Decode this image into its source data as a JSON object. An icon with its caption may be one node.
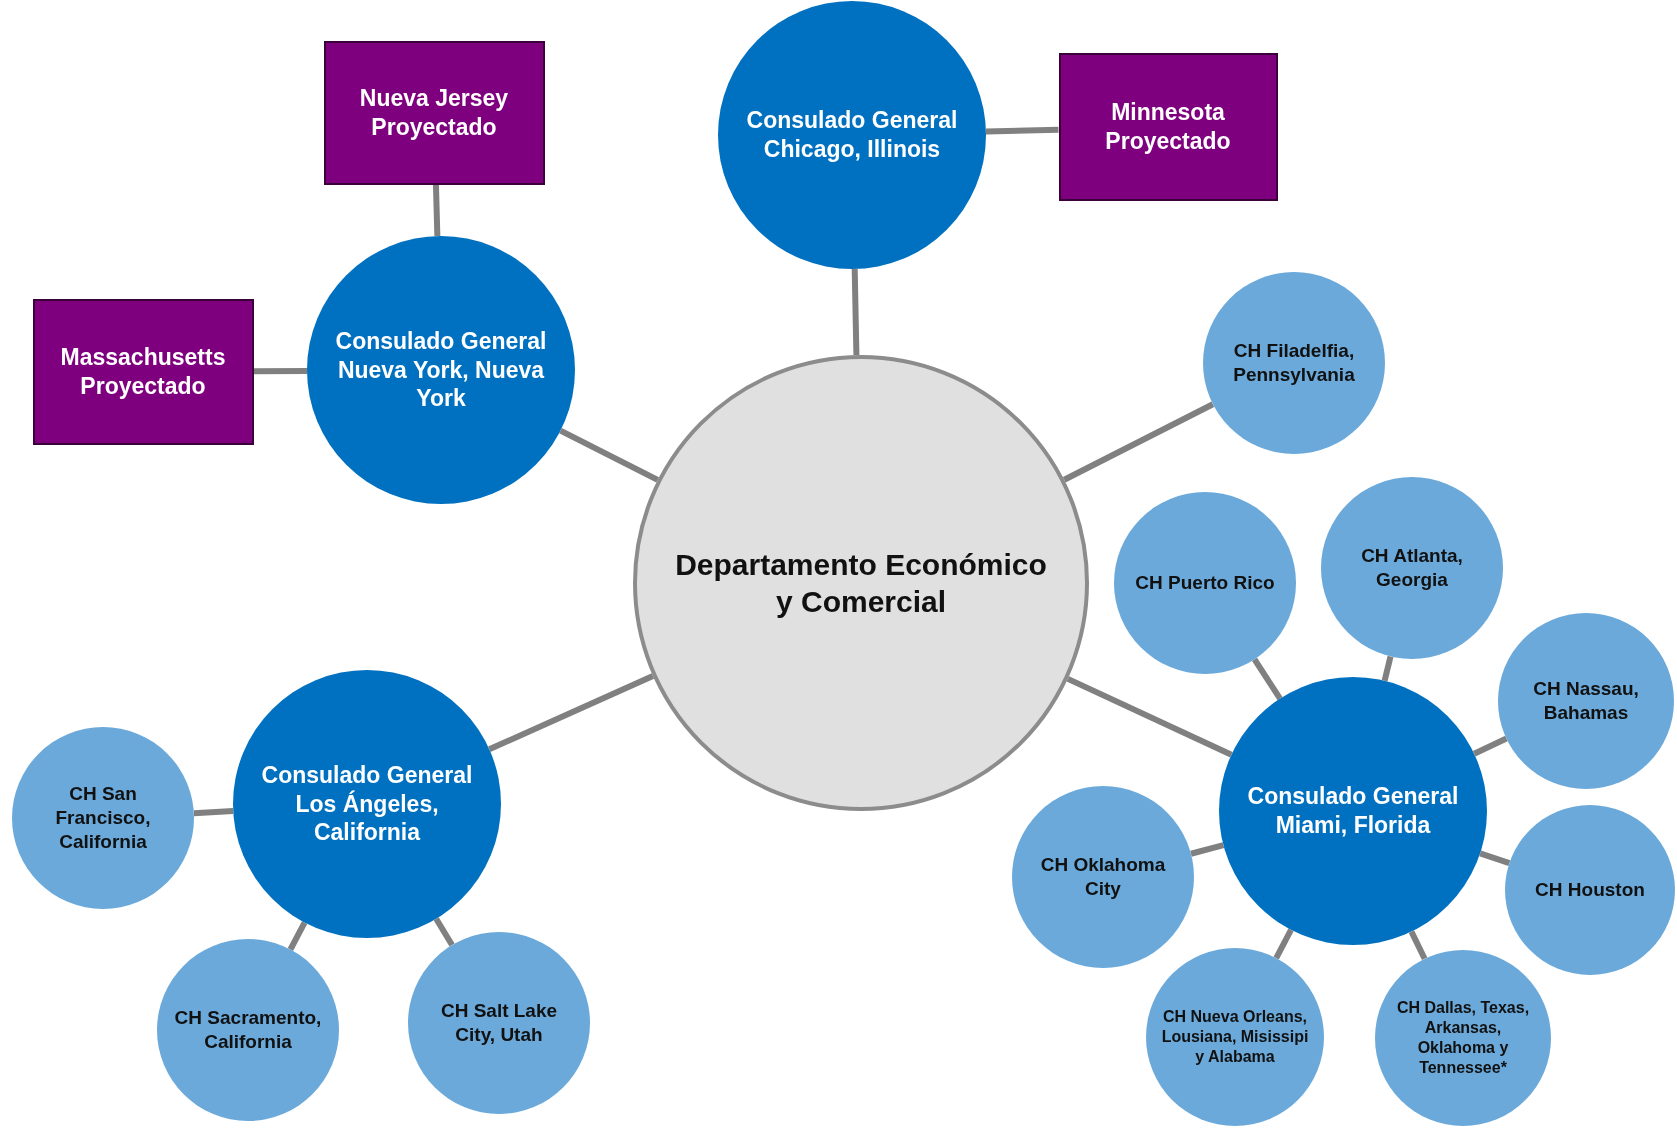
{
  "diagram": {
    "nodes": [
      {
        "text": [
          "Departamento Económico y Comercial"
        ]
      },
      {
        "text": [
          "Consulado General Chicago, Illinois"
        ]
      },
      {
        "text": [
          "Minnesota Proyectado"
        ]
      },
      {
        "text": [
          "Consulado General Nueva York, Nueva York"
        ]
      },
      {
        "text": [
          "Nueva Jersey Proyectado"
        ]
      },
      {
        "text": [
          "Massachusetts Proyectado"
        ]
      },
      {
        "text": [
          "CH Filadelfia, Pennsylvania"
        ]
      },
      {
        "text": [
          "Consulado General Miami, Florida"
        ]
      },
      {
        "text": [
          "CH Puerto Rico"
        ]
      },
      {
        "text": [
          "CH Atlanta, Georgia"
        ]
      },
      {
        "text": [
          "CH Nassau, Bahamas"
        ]
      },
      {
        "text": [
          "CH Houston"
        ]
      },
      {
        "text": [
          "CH Oklahoma City"
        ]
      },
      {
        "text": [
          "CH Nueva Orleans, Lousiana, Misissipi y Alabama"
        ]
      },
      {
        "text": [
          "CH Dallas, Texas, Arkansas, Oklahoma y Tennessee*"
        ]
      },
      {
        "text": [
          "Consulado General Los Ángeles, California"
        ]
      },
      {
        "text": [
          "CH San Francisco, California"
        ]
      },
      {
        "text": [
          "CH Sacramento, California"
        ]
      },
      {
        "text": [
          "CH Salt Lake City, Utah"
        ]
      }
    ],
    "edges": [
      {
        "from": 0,
        "to": 1,
        "arrow": "none"
      },
      {
        "from": 1,
        "to": 2,
        "arrow": "none"
      },
      {
        "from": 0,
        "to": 3,
        "arrow": "none"
      },
      {
        "from": 3,
        "to": 4,
        "arrow": "none"
      },
      {
        "from": 3,
        "to": 5,
        "arrow": "none"
      },
      {
        "from": 0,
        "to": 6,
        "arrow": "none"
      },
      {
        "from": 0,
        "to": 7,
        "arrow": "none"
      },
      {
        "from": 7,
        "to": 8,
        "arrow": "none"
      },
      {
        "from": 7,
        "to": 9,
        "arrow": "none"
      },
      {
        "from": 7,
        "to": 10,
        "arrow": "none"
      },
      {
        "from": 7,
        "to": 11,
        "arrow": "none"
      },
      {
        "from": 7,
        "to": 12,
        "arrow": "none"
      },
      {
        "from": 7,
        "to": 13,
        "arrow": "none"
      },
      {
        "from": 7,
        "to": 14,
        "arrow": "none"
      },
      {
        "from": 0,
        "to": 15,
        "arrow": "none"
      },
      {
        "from": 15,
        "to": 16,
        "arrow": "none"
      },
      {
        "from": 15,
        "to": 17,
        "arrow": "none"
      },
      {
        "from": 15,
        "to": 18,
        "arrow": "none"
      }
    ]
  }
}
